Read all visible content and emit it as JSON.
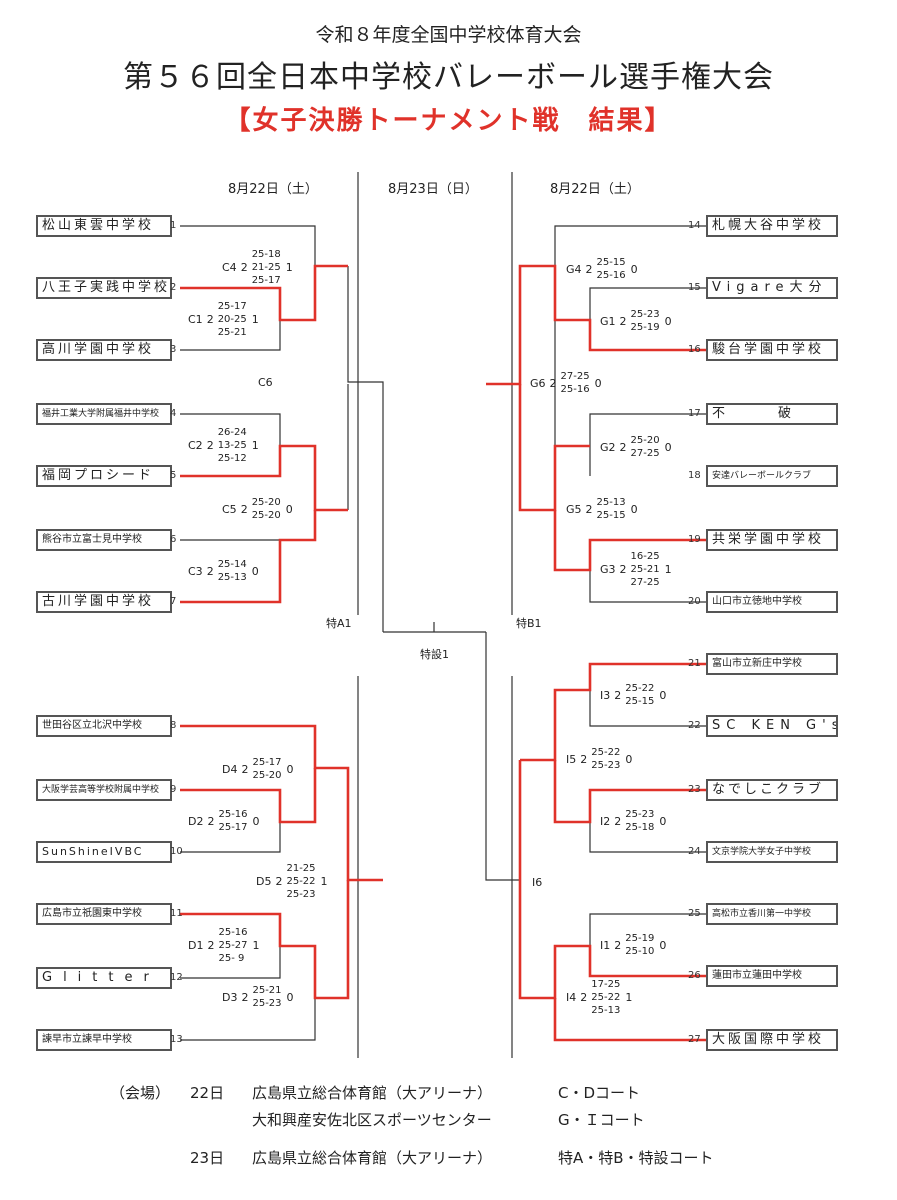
{
  "header": {
    "subtitle": "令和８年度全国中学校体育大会",
    "title": "第５６回全日本中学校バレーボール選手権大会",
    "result_title": "【女子決勝トーナメント戦　結果】"
  },
  "dates": {
    "left": "8月22日（土）",
    "center": "8月23日（日）",
    "right": "8月22日（土）"
  },
  "teams_left": [
    {
      "seed": "1",
      "name": "松山東雲中学校"
    },
    {
      "seed": "2",
      "name": "八王子実践中学校"
    },
    {
      "seed": "3",
      "name": "高川学園中学校"
    },
    {
      "seed": "4",
      "name": "福井工業大学附属福井中学校"
    },
    {
      "seed": "5",
      "name": "福岡プロシード"
    },
    {
      "seed": "6",
      "name": "熊谷市立富士見中学校"
    },
    {
      "seed": "7",
      "name": "古川学園中学校"
    },
    {
      "seed": "8",
      "name": "世田谷区立北沢中学校"
    },
    {
      "seed": "9",
      "name": "大阪学芸高等学校附属中学校"
    },
    {
      "seed": "10",
      "name": "SunShineIVBC"
    },
    {
      "seed": "11",
      "name": "広島市立祇園東中学校"
    },
    {
      "seed": "12",
      "name": "Glitter"
    },
    {
      "seed": "13",
      "name": "諫早市立諫早中学校"
    }
  ],
  "teams_right": [
    {
      "seed": "14",
      "name": "札幌大谷中学校"
    },
    {
      "seed": "15",
      "name": "Vigare大分"
    },
    {
      "seed": "16",
      "name": "駿台学園中学校"
    },
    {
      "seed": "17",
      "name": "不　破"
    },
    {
      "seed": "18",
      "name": "安達バレーボールクラブ"
    },
    {
      "seed": "19",
      "name": "共栄学園中学校"
    },
    {
      "seed": "20",
      "name": "山口市立徳地中学校"
    },
    {
      "seed": "21",
      "name": "富山市立新庄中学校"
    },
    {
      "seed": "22",
      "name": "SC KEN G's"
    },
    {
      "seed": "23",
      "name": "なでしこクラブ"
    },
    {
      "seed": "24",
      "name": "文京学院大学女子中学校"
    },
    {
      "seed": "25",
      "name": "高松市立香川第一中学校"
    },
    {
      "seed": "26",
      "name": "蓮田市立蓮田中学校"
    },
    {
      "seed": "27",
      "name": "大阪国際中学校"
    }
  ],
  "matches": [
    {
      "code": "C4",
      "w": "2",
      "sets": [
        "25-18",
        "21-25",
        "25-17"
      ],
      "l": "1"
    },
    {
      "code": "C1",
      "w": "2",
      "sets": [
        "25-17",
        "20-25",
        "25-21"
      ],
      "l": "1"
    },
    {
      "code": "C2",
      "w": "2",
      "sets": [
        "26-24",
        "13-25",
        "25-12"
      ],
      "l": "1"
    },
    {
      "code": "C5",
      "w": "2",
      "sets": [
        "25-20",
        "25-20"
      ],
      "l": "0"
    },
    {
      "code": "C3",
      "w": "2",
      "sets": [
        "25-14",
        "25-13"
      ],
      "l": "0"
    },
    {
      "code": "D4",
      "w": "2",
      "sets": [
        "25-17",
        "25-20"
      ],
      "l": "0"
    },
    {
      "code": "D2",
      "w": "2",
      "sets": [
        "25-16",
        "25-17"
      ],
      "l": "0"
    },
    {
      "code": "D5",
      "w": "2",
      "sets": [
        "21-25",
        "25-22",
        "25-23"
      ],
      "l": "1"
    },
    {
      "code": "D1",
      "w": "2",
      "sets": [
        "25-16",
        "25-27",
        "25- 9"
      ],
      "l": "1"
    },
    {
      "code": "D3",
      "w": "2",
      "sets": [
        "25-21",
        "25-23"
      ],
      "l": "0"
    },
    {
      "code": "G4",
      "w": "2",
      "sets": [
        "25-15",
        "25-16"
      ],
      "l": "0"
    },
    {
      "code": "G1",
      "w": "2",
      "sets": [
        "25-23",
        "25-19"
      ],
      "l": "0"
    },
    {
      "code": "G6",
      "w": "2",
      "sets": [
        "27-25",
        "25-16"
      ],
      "l": "0"
    },
    {
      "code": "G2",
      "w": "2",
      "sets": [
        "25-20",
        "27-25"
      ],
      "l": "0"
    },
    {
      "code": "G5",
      "w": "2",
      "sets": [
        "25-13",
        "25-15"
      ],
      "l": "0"
    },
    {
      "code": "G3",
      "w": "2",
      "sets": [
        "16-25",
        "25-21",
        "27-25"
      ],
      "l": "1"
    },
    {
      "code": "I3",
      "w": "2",
      "sets": [
        "25-22",
        "25-15"
      ],
      "l": "0"
    },
    {
      "code": "I5",
      "w": "2",
      "sets": [
        "25-22",
        "25-23"
      ],
      "l": "0"
    },
    {
      "code": "I2",
      "w": "2",
      "sets": [
        "25-23",
        "25-18"
      ],
      "l": "0"
    },
    {
      "code": "I1",
      "w": "2",
      "sets": [
        "25-19",
        "25-10"
      ],
      "l": "0"
    },
    {
      "code": "I4",
      "w": "2",
      "sets": [
        "17-25",
        "25-22",
        "25-13"
      ],
      "l": "1"
    }
  ],
  "courts": {
    "c6": "C6",
    "tokuA1": "特A1",
    "tokuB1": "特B1",
    "tokusetsu1": "特設1",
    "i6": "I6"
  },
  "venue": {
    "label": "（会場）",
    "day1": "22日",
    "day1_venue1": "広島県立総合体育館（大アリーナ）",
    "day1_court1": "C・Dコート",
    "day1_venue2": "大和興産安佐北区スポーツセンター",
    "day1_court2": "G・Ｉコート",
    "day2": "23日",
    "day2_venue": "広島県立総合体育館（大アリーナ）",
    "day2_court": "特A・特B・特設コート"
  },
  "colors": {
    "winner_line": "#e0322a",
    "line": "#333333"
  }
}
